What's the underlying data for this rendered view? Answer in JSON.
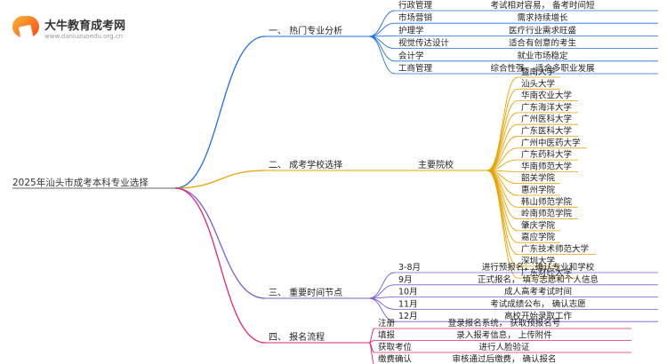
{
  "header": {
    "site_name": "大牛教育成考网",
    "site_url": "www.daniuzuoedu.org.cn"
  },
  "colors": {
    "root": "#333333",
    "b1": "#1f6fe0",
    "b2": "#e8a300",
    "b3": "#7c5bd6",
    "b4": "#e0257a"
  },
  "diagram": {
    "root": "2025年汕头市成考本科专业选择",
    "branches": [
      {
        "label": "一、 热门专业分析",
        "items": [
          {
            "k": "行政管理",
            "v": "考试相对容易， 备考时间短"
          },
          {
            "k": "市场营销",
            "v": "需求持续增长"
          },
          {
            "k": "护理学",
            "v": "医疗行业需求旺盛"
          },
          {
            "k": "视觉传达设计",
            "v": "适合有创意的考生"
          },
          {
            "k": "会计学",
            "v": "就业市场稳定"
          },
          {
            "k": "工商管理",
            "v": "综合性强， 适合多职业发展"
          }
        ]
      },
      {
        "label": "二、 成考学校选择",
        "sub": "主要院校",
        "schools": [
          "暨南大学",
          "汕头大学",
          "华南农业大学",
          "广东海洋大学",
          "广州医科大学",
          "广东医科大学",
          "广州中医药大学",
          "广东药科大学",
          "华南师范大学",
          "韶关学院",
          "惠州学院",
          "韩山师范学院",
          "岭南师范学院",
          "肇庆学院",
          "嘉应学院",
          "广东技术师范大学",
          "深圳大学",
          "广东财经大学"
        ]
      },
      {
        "label": "三、 重要时间节点",
        "items": [
          {
            "k": "3-8月",
            "v": "进行预报名， 确认专业和学校"
          },
          {
            "k": "9月",
            "v": "正式报名， 填写志愿和个人信息"
          },
          {
            "k": "10月",
            "v": "成人高考考试时间"
          },
          {
            "k": "11月",
            "v": "考试成绩公布， 确认志愿"
          },
          {
            "k": "12月",
            "v": "高校开始录取工作"
          }
        ]
      },
      {
        "label": "四、 报名流程",
        "items": [
          {
            "k": "注册",
            "v": "登录报名系统， 获取预报名号"
          },
          {
            "k": "填报",
            "v": "录入报考信息， 上传附件"
          },
          {
            "k": "获取考位",
            "v": "进行人脸验证"
          },
          {
            "k": "缴费确认",
            "v": "审核通过后缴费， 确认报名"
          }
        ]
      }
    ]
  }
}
